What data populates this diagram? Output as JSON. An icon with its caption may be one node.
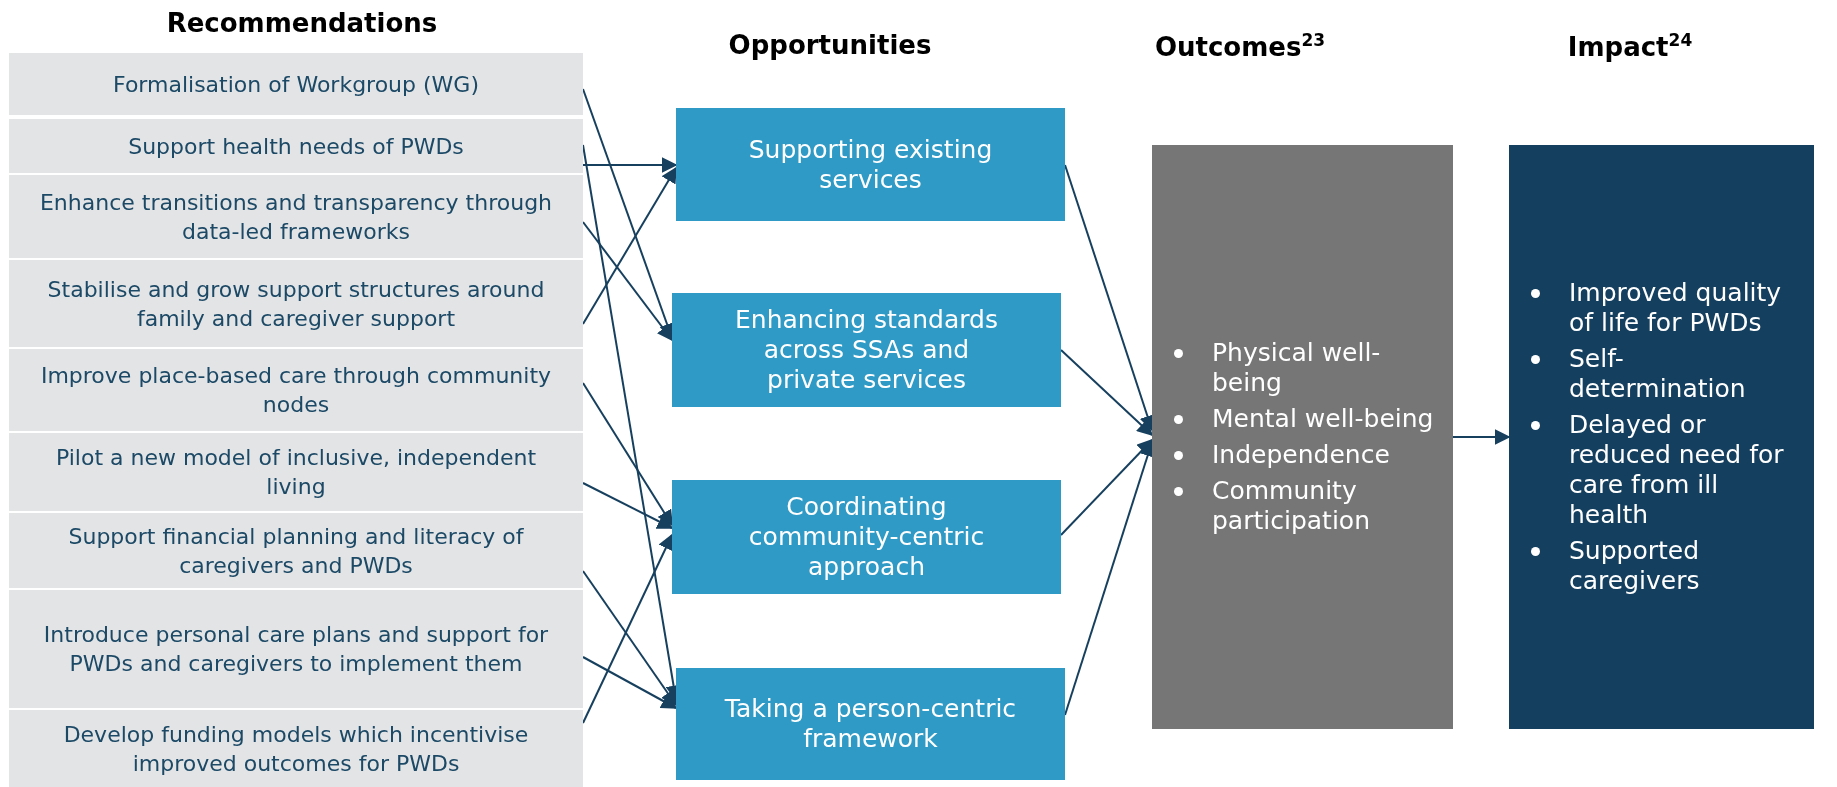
{
  "diagram": {
    "nodes": [
      {
        "text": [
          "Formalisation of Workgroup (WG)"
        ]
      },
      {
        "text": [
          "Support health needs of PWDs"
        ]
      },
      {
        "text": [
          "Enhance transitions and transparency through data-led frameworks"
        ]
      },
      {
        "text": [
          "Stabilise and grow support structures around family and caregiver support"
        ]
      },
      {
        "text": [
          "Improve place-based care through community nodes"
        ]
      },
      {
        "text": [
          "Pilot a new model of inclusive, independent living"
        ]
      },
      {
        "text": [
          "Support financial planning and literacy of caregivers and PWDs"
        ]
      },
      {
        "text": [
          "Introduce personal care plans and support for PWDs and caregivers to implement them"
        ]
      },
      {
        "text": [
          "Develop funding models which incentivise improved outcomes for PWDs"
        ]
      },
      {
        "text": [
          "Supporting existing services"
        ]
      },
      {
        "text": [
          "Enhancing standards across SSAs and private services"
        ]
      },
      {
        "text": [
          "Coordinating community-centric approach"
        ]
      },
      {
        "text": [
          "Taking a person-centric framework"
        ]
      },
      {
        "text": [
          "Physical well-being",
          "Mental well-being",
          "Independence",
          "Community participation"
        ]
      },
      {
        "text": [
          "Improved quality of life for PWDs",
          "Self-determination",
          "Delayed or reduced need for care from ill health",
          "Supported caregivers"
        ]
      }
    ],
    "edges": [
      {
        "from": 0,
        "to": 10,
        "arrow": "to"
      },
      {
        "from": 1,
        "to": 9,
        "arrow": "to"
      },
      {
        "from": 1,
        "to": 12,
        "arrow": "to"
      },
      {
        "from": 2,
        "to": 10,
        "arrow": "to"
      },
      {
        "from": 3,
        "to": 9,
        "arrow": "to"
      },
      {
        "from": 4,
        "to": 11,
        "arrow": "to"
      },
      {
        "from": 5,
        "to": 11,
        "arrow": "to"
      },
      {
        "from": 6,
        "to": 12,
        "arrow": "to"
      },
      {
        "from": 7,
        "to": 12,
        "arrow": "to"
      },
      {
        "from": 8,
        "to": 11,
        "arrow": "to"
      },
      {
        "from": 9,
        "to": 13,
        "arrow": "to"
      },
      {
        "from": 10,
        "to": 13,
        "arrow": "to"
      },
      {
        "from": 11,
        "to": 13,
        "arrow": "to"
      },
      {
        "from": 12,
        "to": 13,
        "arrow": "to"
      },
      {
        "from": 13,
        "to": 14,
        "arrow": "to"
      }
    ],
    "labels": [
      "Recommendations",
      "Opportunities",
      "Outcomes$^{23}$",
      "Impact$^{24}$"
    ]
  }
}
